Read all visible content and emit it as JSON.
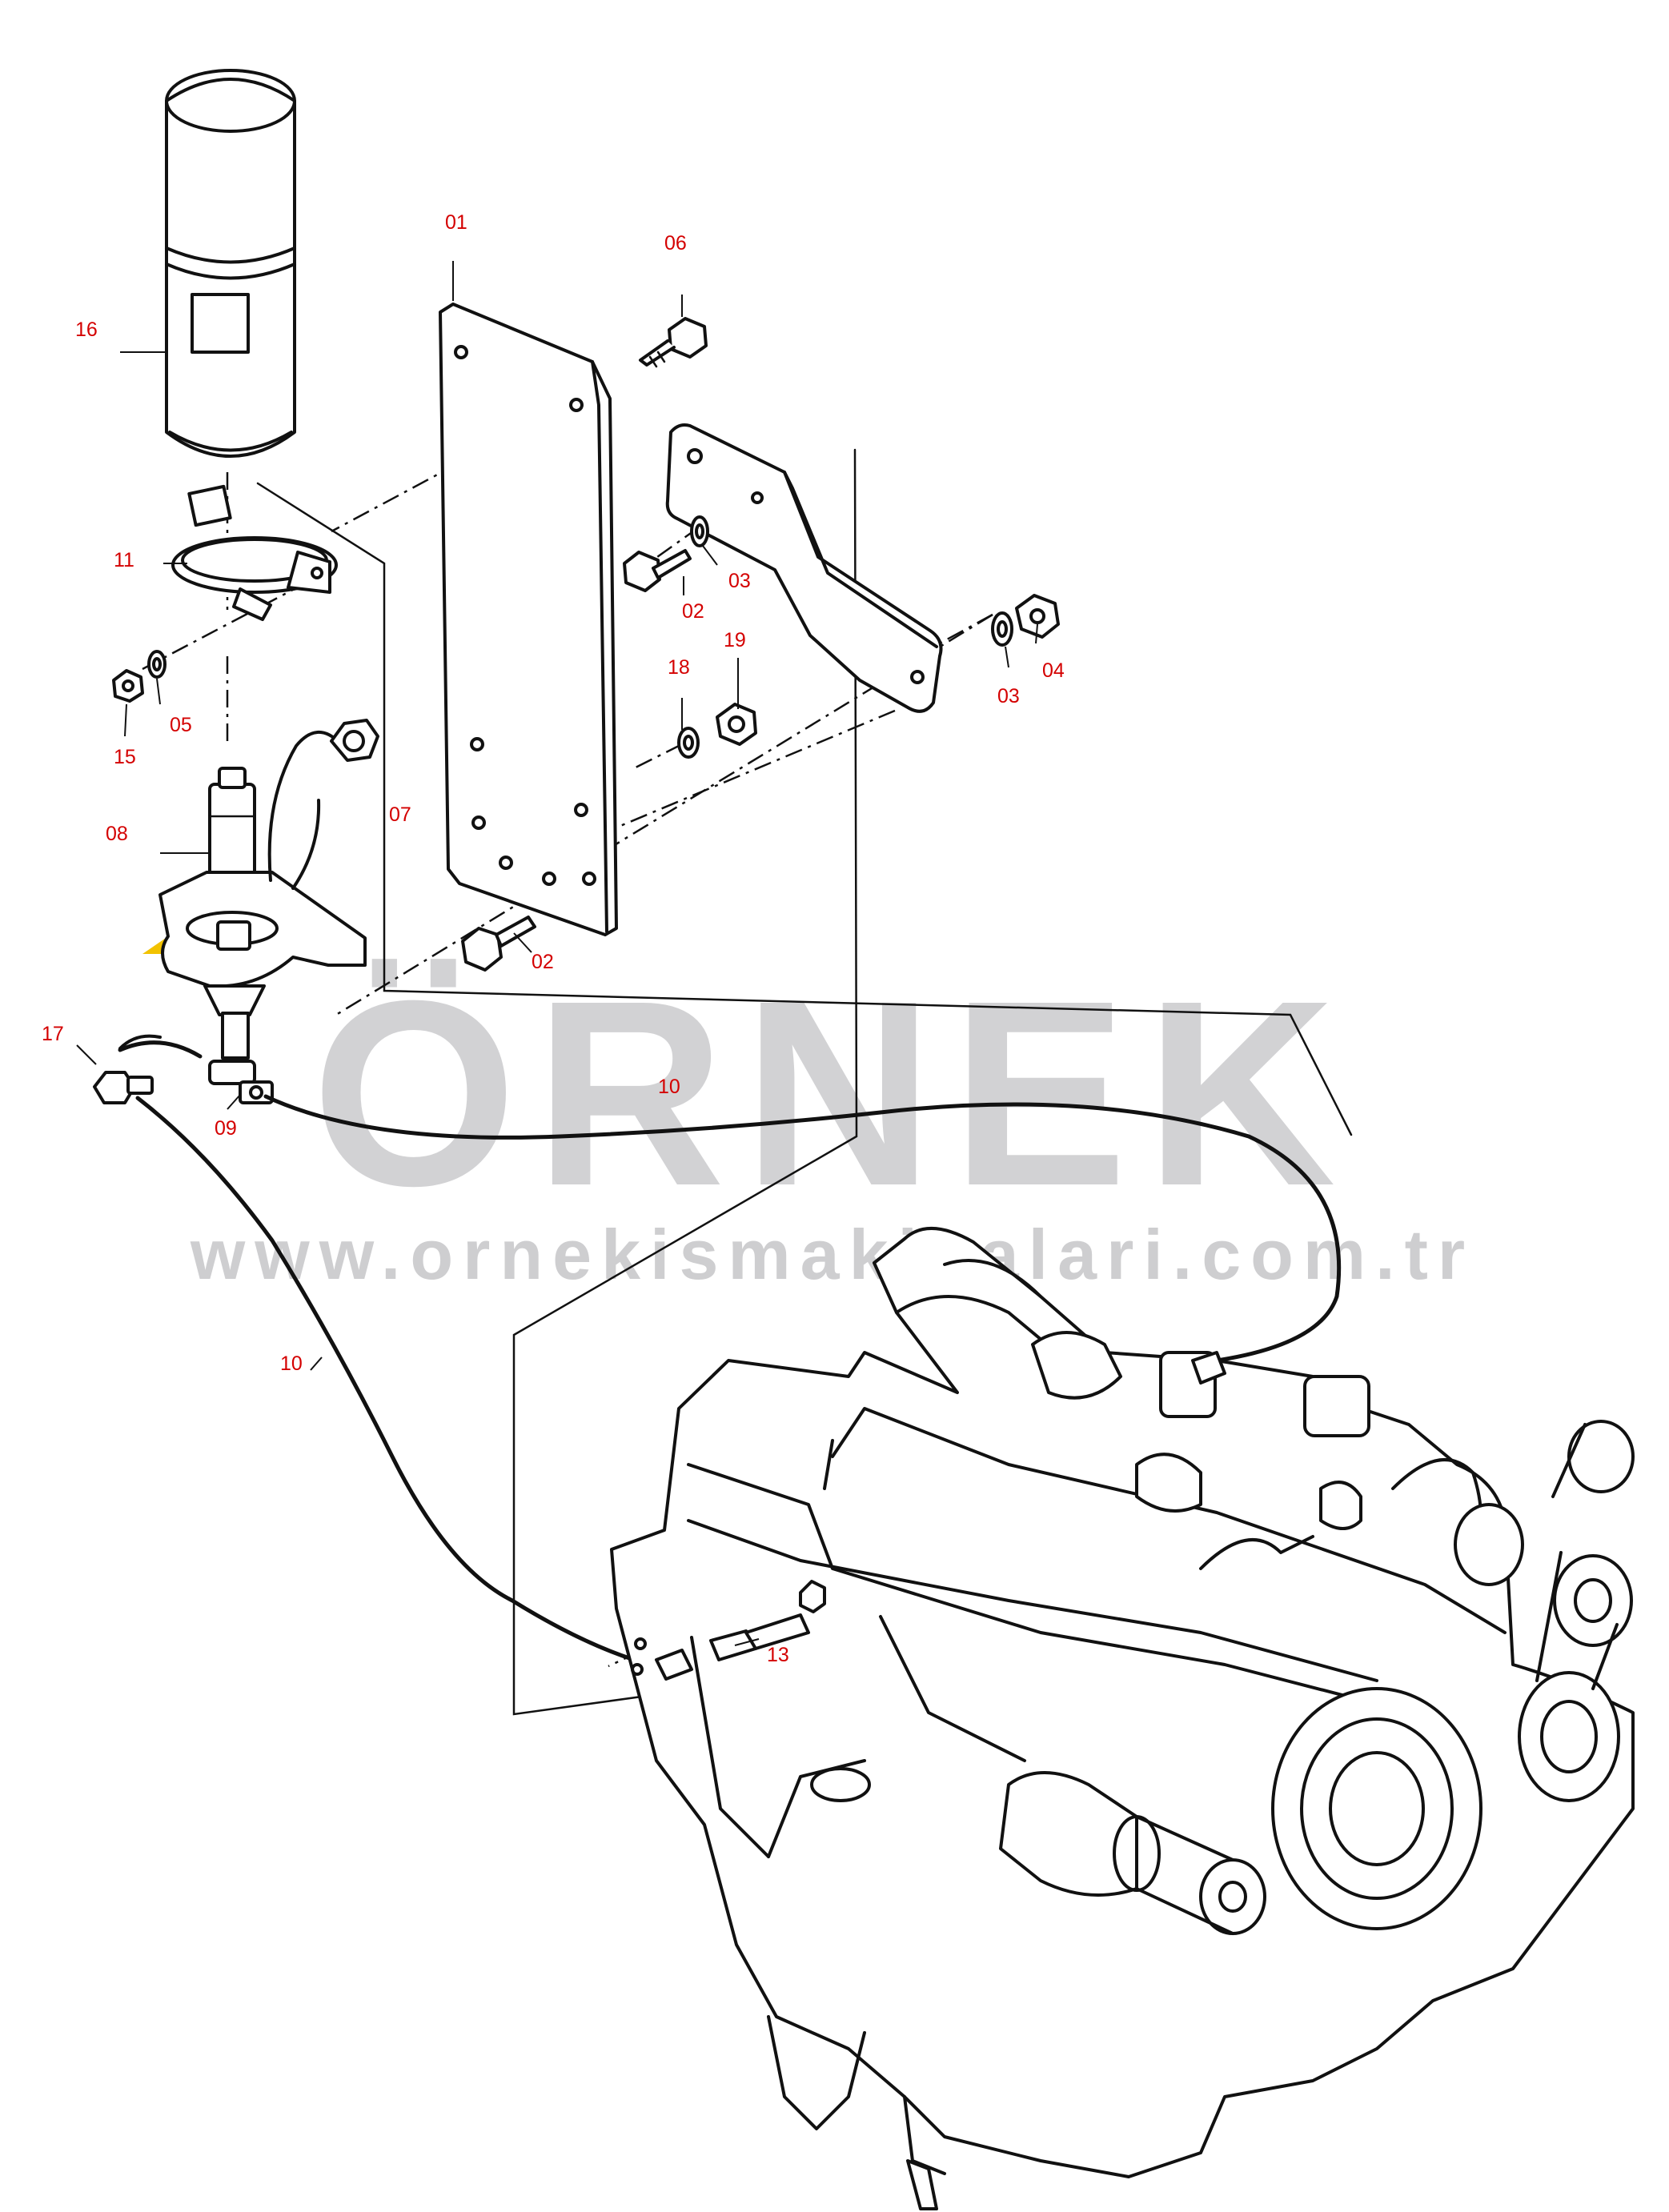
{
  "watermark": {
    "brand": "ÖRNEK",
    "url": "www.ornekismakinalari.com.tr",
    "text_color": "#8a8a8f",
    "accent_color": "#f2c200"
  },
  "callouts": {
    "c01": "01",
    "c02a": "02",
    "c02b": "02",
    "c03a": "03",
    "c03b": "03",
    "c04": "04",
    "c05": "05",
    "c06": "06",
    "c07": "07",
    "c08": "08",
    "c09": "09",
    "c10a": "10",
    "c10b": "10",
    "c11": "11",
    "c13": "13",
    "c15": "15",
    "c16": "16",
    "c17": "17",
    "c18": "18",
    "c19": "19"
  },
  "colors": {
    "callout": "#d40000",
    "ink": "#111111",
    "paper": "#ffffff"
  }
}
